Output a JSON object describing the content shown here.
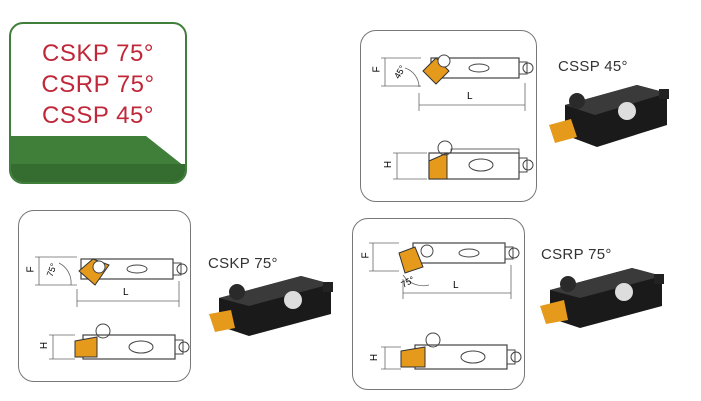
{
  "badge": {
    "lines": [
      "CSKP 75°",
      "CSRP 75°",
      "CSSP 45°"
    ],
    "colors": {
      "text": "#c0283a",
      "border": "#3f7f3a",
      "band": "#3f7f3a"
    }
  },
  "panels": {
    "cssp": {
      "caption": "CSSP 45°",
      "dim_f": "F",
      "dim_l": "L",
      "dim_h": "H",
      "angle": "45°"
    },
    "cskp": {
      "caption": "CSKP 75°",
      "dim_f": "F",
      "dim_l": "L",
      "dim_h": "H",
      "angle": "75°"
    },
    "csrp": {
      "caption": "CSRP 75°",
      "dim_f": "F",
      "dim_l": "L",
      "dim_h": "H",
      "angle": "75°"
    }
  },
  "insert_color": "#e59a1c"
}
